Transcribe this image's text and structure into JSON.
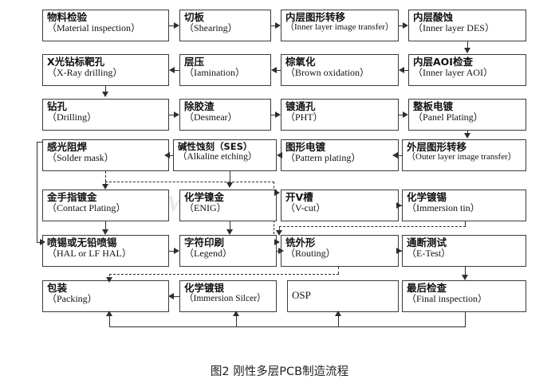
{
  "figure": {
    "caption": "图2 刚性多层PCB制造流程",
    "watermark_left": "www.ip",
    "watermark_right": "cb.cn"
  },
  "nodes": {
    "material_inspection": {
      "cn": "物料检验",
      "en": "（Material inspection）"
    },
    "shearing": {
      "cn": "切板",
      "en": "（Shearing）"
    },
    "inner_image": {
      "cn": "内层图形转移",
      "en": "（Inner layer image transfer）"
    },
    "inner_des": {
      "cn": "内层酸蚀",
      "en": "（Inner layer DES）"
    },
    "xray_drilling": {
      "cn": "X光钻标靶孔",
      "en": "（X-Ray drilling）"
    },
    "lamination": {
      "cn": "层压",
      "en": "（Iamination）"
    },
    "brown_oxidation": {
      "cn": "棕氧化",
      "en": "（Brown oxidation）"
    },
    "inner_aoi": {
      "cn": "内层AOI检查",
      "en": "（Inner layer AOI）"
    },
    "drilling": {
      "cn": "钻孔",
      "en": "（Drilling）"
    },
    "desmear": {
      "cn": "除胶渣",
      "en": "（Desmear）"
    },
    "pht": {
      "cn": "镀通孔",
      "en": "（PHT）"
    },
    "panel_plating": {
      "cn": "整板电镀",
      "en": "（Panel Plating）"
    },
    "solder_mask": {
      "cn": "感光阻焊",
      "en": "（Solder mask）"
    },
    "alkaline_etching": {
      "cn": "碱性蚀刻（SES）",
      "en": "（Alkaline etching）"
    },
    "pattern_plating": {
      "cn": "图形电镀",
      "en": "（Pattern plating）"
    },
    "outer_image": {
      "cn": "外层图形转移",
      "en": "（Outer layer image transfer）"
    },
    "contact_plating": {
      "cn": "金手指镀金",
      "en": "（Contact Plating）"
    },
    "enig": {
      "cn": "化学镍金",
      "en": "（ENIG）"
    },
    "vcut": {
      "cn": "开V槽",
      "en": "（V-cut）"
    },
    "immersion_tin": {
      "cn": "化学镀锡",
      "en": "（Immersion tin）"
    },
    "hal": {
      "cn": "喷锡或无铅喷锡",
      "en": "（HAL or LF HAL）"
    },
    "legend": {
      "cn": "字符印刷",
      "en": "（Legend）"
    },
    "routing": {
      "cn": "铣外形",
      "en": "（Routing）"
    },
    "etest": {
      "cn": "通断测试",
      "en": "（E-Test）"
    },
    "packing": {
      "cn": "包装",
      "en": "（Packing）"
    },
    "immersion_silver": {
      "cn": "化学镀银",
      "en": "（Immersion Silcer）"
    },
    "osp": {
      "cn": "OSP",
      "en": ""
    },
    "final_inspection": {
      "cn": "最后检查",
      "en": "（Final inspection）"
    }
  },
  "flow": {
    "solid_sequence": [
      "material_inspection",
      "shearing",
      "inner_image",
      "inner_des",
      "inner_aoi",
      "brown_oxidation",
      "lamination",
      "xray_drilling",
      "drilling",
      "desmear",
      "pht",
      "panel_plating",
      "outer_image",
      "pattern_plating",
      "alkaline_etching",
      "solder_mask"
    ],
    "dashed_branches": [
      "solder_mask -> enig",
      "solder_mask -> vcut",
      "vcut -> immersion_tin",
      "immersion_tin -> routing",
      "osp-branch -> packing"
    ],
    "solid_branches": [
      "solder_mask -> hal",
      "solder_mask -> contact_plating",
      "contact_plating -> hal",
      "enig -> legend",
      "hal -> legend",
      "legend -> routing",
      "vcut -> routing",
      "routing -> etest",
      "etest -> final_inspection",
      "final_inspection -> osp",
      "final_inspection -> immersion_silver",
      "final_inspection -> packing",
      "immersion_silver -> packing"
    ]
  },
  "colors": {
    "line": "#2e2e2e",
    "box_border": "#3a3a3a",
    "box_fill": "#ffffff",
    "text": "#111111",
    "watermark": "#e6e6e6",
    "page_bg": "#ffffff"
  }
}
